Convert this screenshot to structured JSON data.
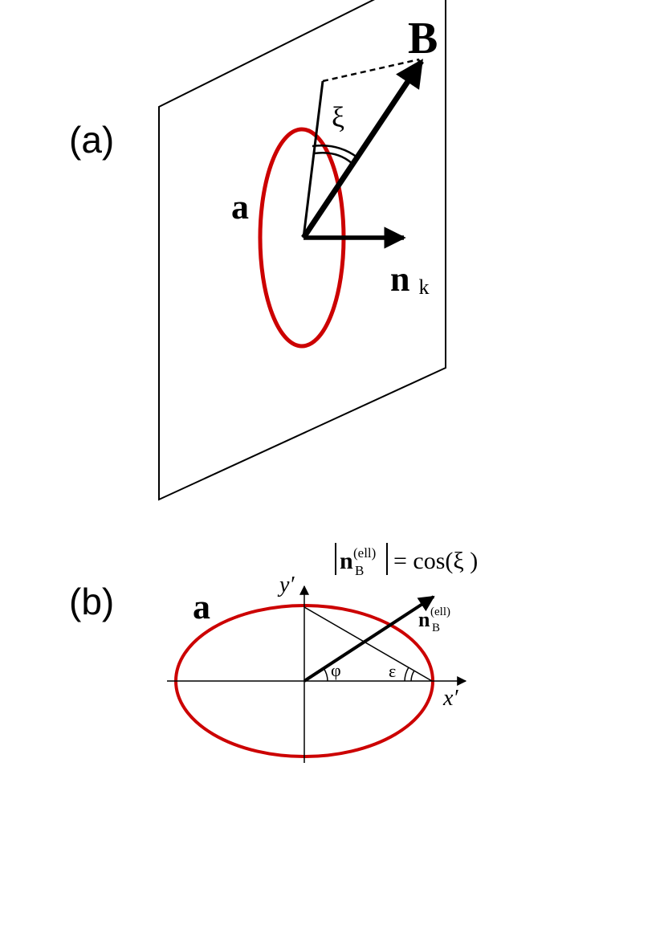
{
  "panel_a": {
    "label": "(a)",
    "vector_B": "B",
    "angle_label": "ξ",
    "loop_label": "a",
    "normal_symbol": "n",
    "normal_subscript": "k"
  },
  "panel_b": {
    "label": "(b)",
    "loop_label": "a",
    "y_axis": "y′",
    "x_axis": "x′",
    "phi_label": "φ",
    "epsilon_label": "ε",
    "vector_symbol": "n",
    "vector_superscript": "(ell)",
    "vector_subscript": "B",
    "eq_symbol": "n",
    "eq_superscript": "(ell)",
    "eq_subscript": "B",
    "eq_rhs": "= cos(ξ )"
  },
  "colors": {
    "ellipse": "#cc0000",
    "lines": "#000000"
  }
}
